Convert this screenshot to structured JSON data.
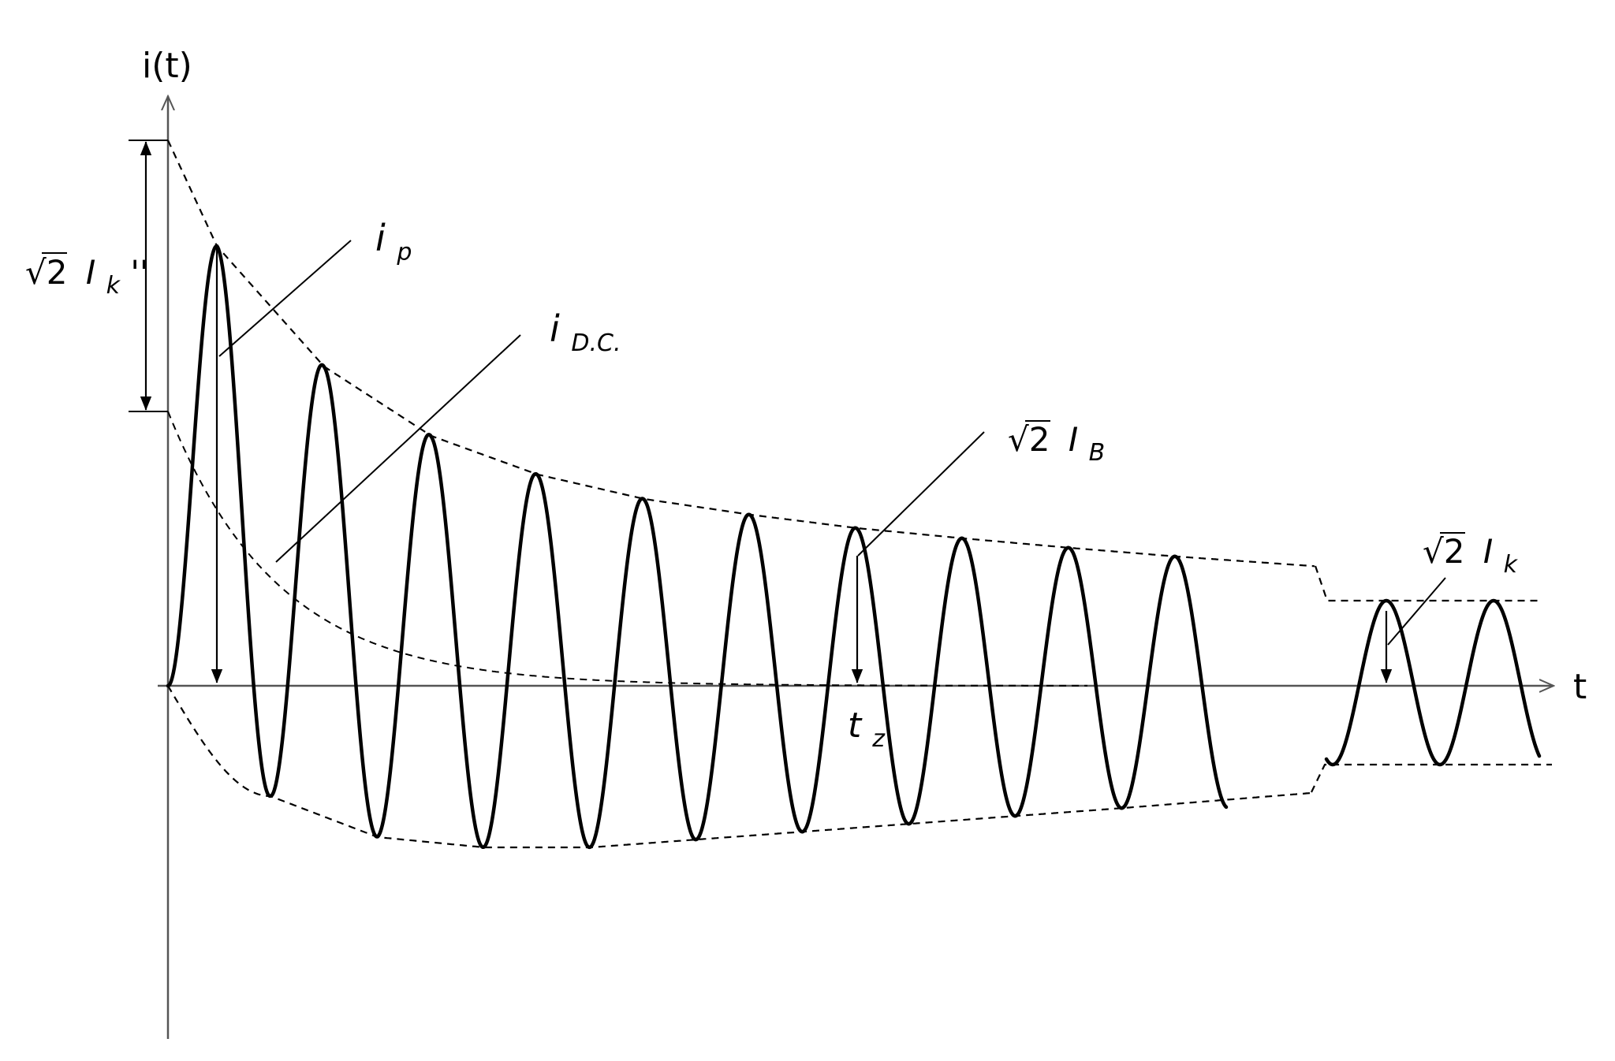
{
  "axes": {
    "y_label": "i(t)",
    "x_label": "t"
  },
  "labels": {
    "ik_pp": {
      "radical": "√2",
      "symbol": "I",
      "sub": "k",
      "prime": "''"
    },
    "ip": {
      "symbol": "i",
      "sub": "p"
    },
    "idc": {
      "symbol": "i",
      "sub": "D.C."
    },
    "ib": {
      "radical": "√2",
      "symbol": "I",
      "sub": "B"
    },
    "ik": {
      "radical": "√2",
      "symbol": "I",
      "sub": "k"
    },
    "tz": {
      "symbol": "t",
      "sub": "z"
    }
  },
  "colors": {
    "stroke": "#000000",
    "axis": "#555555",
    "background": "#ffffff"
  }
}
